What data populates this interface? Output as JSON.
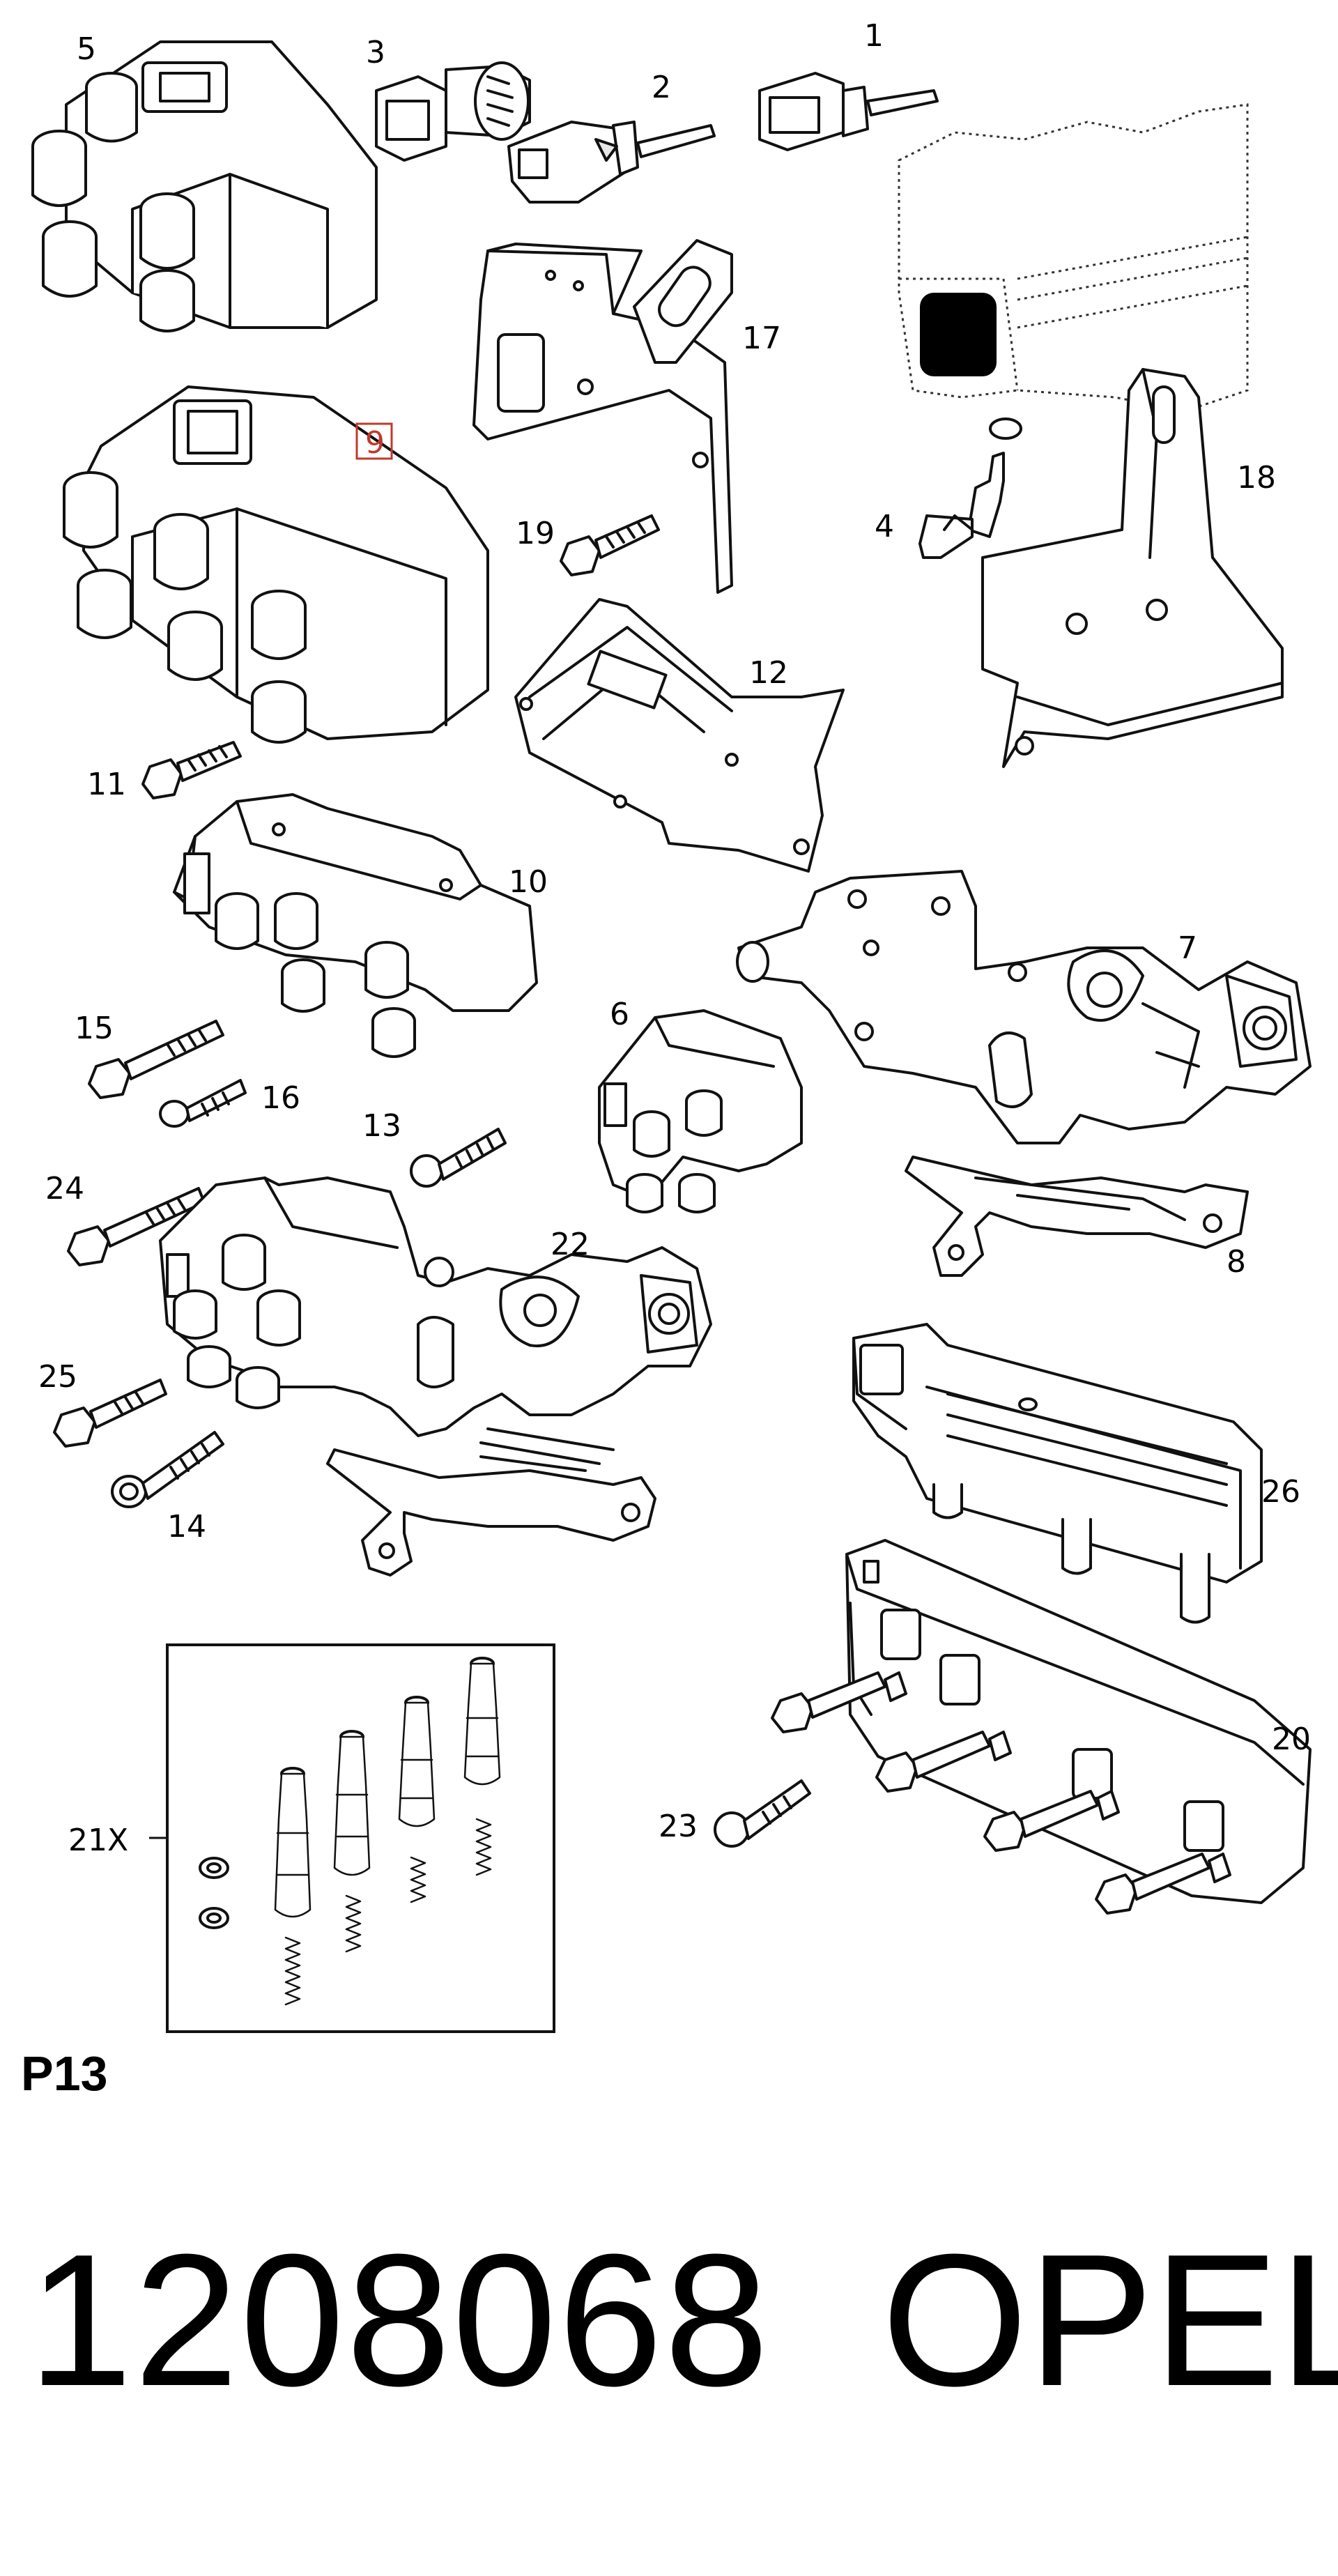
{
  "callouts": {
    "c1": "1",
    "c2": "2",
    "c3": "3",
    "c4": "4",
    "c5": "5",
    "c6": "6",
    "c7": "7",
    "c8": "8",
    "c9": "9",
    "c10": "10",
    "c11": "11",
    "c12": "12",
    "c13": "13",
    "c14": "14",
    "c15": "15",
    "c16": "16",
    "c17": "17",
    "c18": "18",
    "c19": "19",
    "c20": "20",
    "c21x": "21X",
    "c22": "22",
    "c23": "23",
    "c24": "24",
    "c25": "25",
    "c26": "26"
  },
  "highlighted_callout": "9",
  "highlight_color": "#c0392b",
  "page_code": "P13",
  "part_number": "1208068",
  "brand": "OPEL"
}
